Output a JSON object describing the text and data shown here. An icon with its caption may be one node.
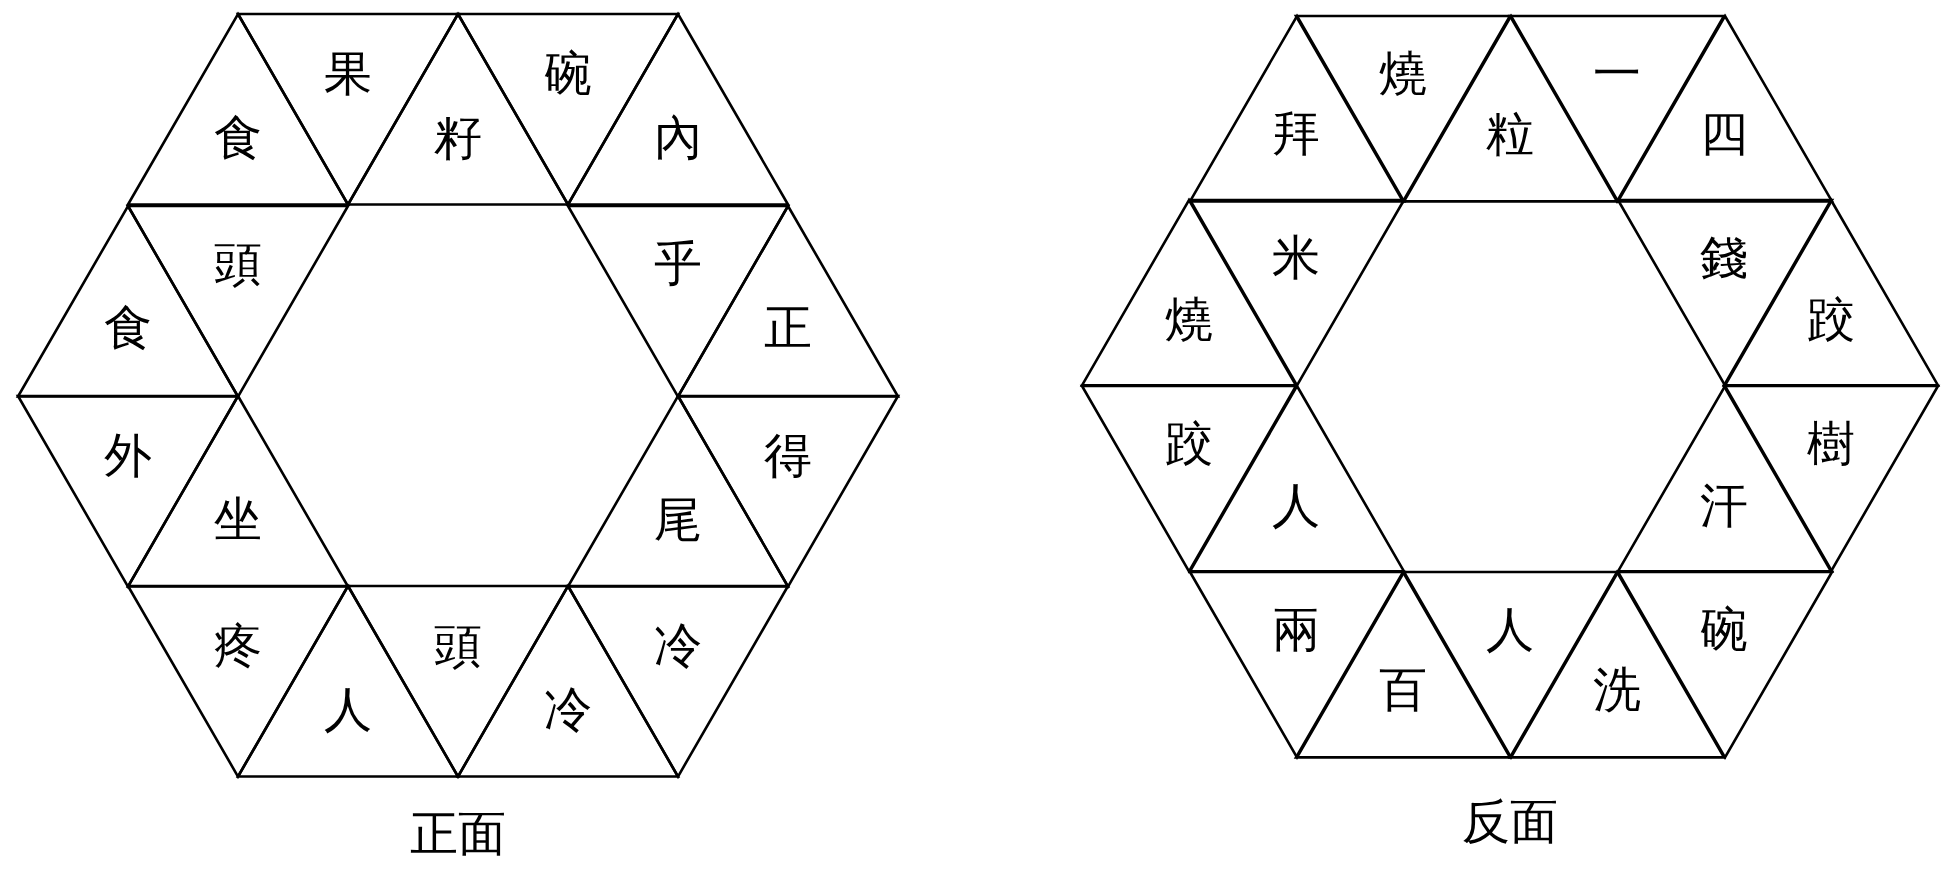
{
  "diagram": {
    "nodes": [
      {
        "text": [
          "食"
        ]
      },
      {
        "text": [
          "果"
        ]
      },
      {
        "text": [
          "籽"
        ]
      },
      {
        "text": [
          "碗"
        ]
      },
      {
        "text": [
          "內"
        ]
      },
      {
        "text": [
          "食"
        ]
      },
      {
        "text": [
          "頭"
        ]
      },
      {
        "text": [
          "乎"
        ]
      },
      {
        "text": [
          "正"
        ]
      },
      {
        "text": [
          "外"
        ]
      },
      {
        "text": [
          "坐"
        ]
      },
      {
        "text": [
          "尾"
        ]
      },
      {
        "text": [
          "得"
        ]
      },
      {
        "text": [
          "疼"
        ]
      },
      {
        "text": [
          "人"
        ]
      },
      {
        "text": [
          "頭"
        ]
      },
      {
        "text": [
          "冷"
        ]
      },
      {
        "text": [
          "冷"
        ]
      },
      {
        "text": [
          "拜"
        ]
      },
      {
        "text": [
          "燒"
        ]
      },
      {
        "text": [
          "粒"
        ]
      },
      {
        "text": [
          "一"
        ]
      },
      {
        "text": [
          "四"
        ]
      },
      {
        "text": [
          "燒"
        ]
      },
      {
        "text": [
          "米"
        ]
      },
      {
        "text": [
          "錢"
        ]
      },
      {
        "text": [
          "跤"
        ]
      },
      {
        "text": [
          "跤"
        ]
      },
      {
        "text": [
          "人"
        ]
      },
      {
        "text": [
          "汗"
        ]
      },
      {
        "text": [
          "樹"
        ]
      },
      {
        "text": [
          "兩"
        ]
      },
      {
        "text": [
          "百"
        ]
      },
      {
        "text": [
          "人"
        ]
      },
      {
        "text": [
          "洗"
        ]
      },
      {
        "text": [
          "碗"
        ]
      }
    ],
    "labels": [
      "正面",
      "反面"
    ]
  }
}
